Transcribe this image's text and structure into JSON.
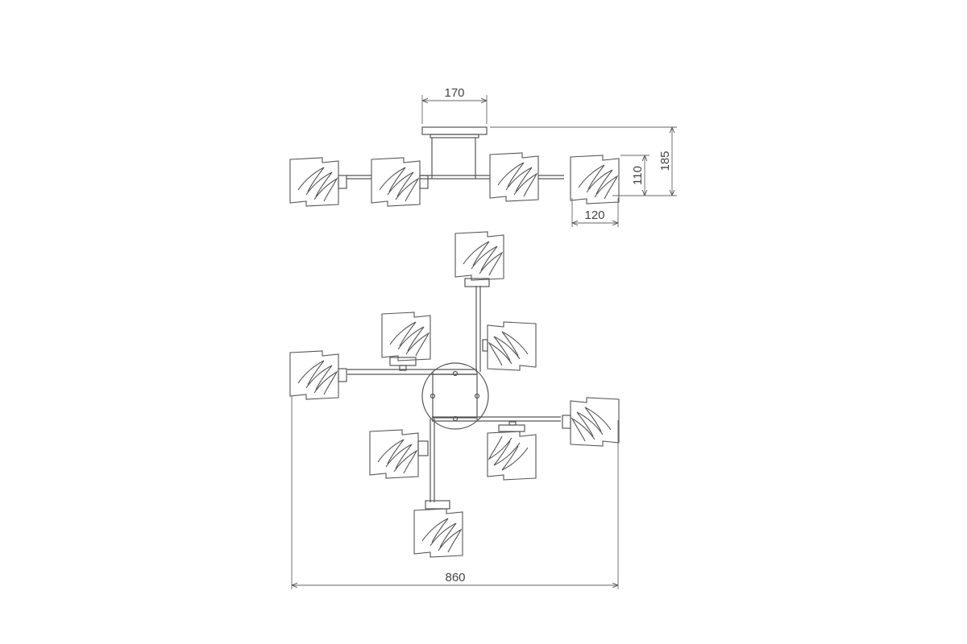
{
  "dimensions": {
    "canopy_width": "170",
    "total_height": "185",
    "shade_height": "110",
    "shade_width": "120",
    "overall_width": "860"
  },
  "colors": {
    "line": "#555555",
    "background": "#ffffff"
  }
}
